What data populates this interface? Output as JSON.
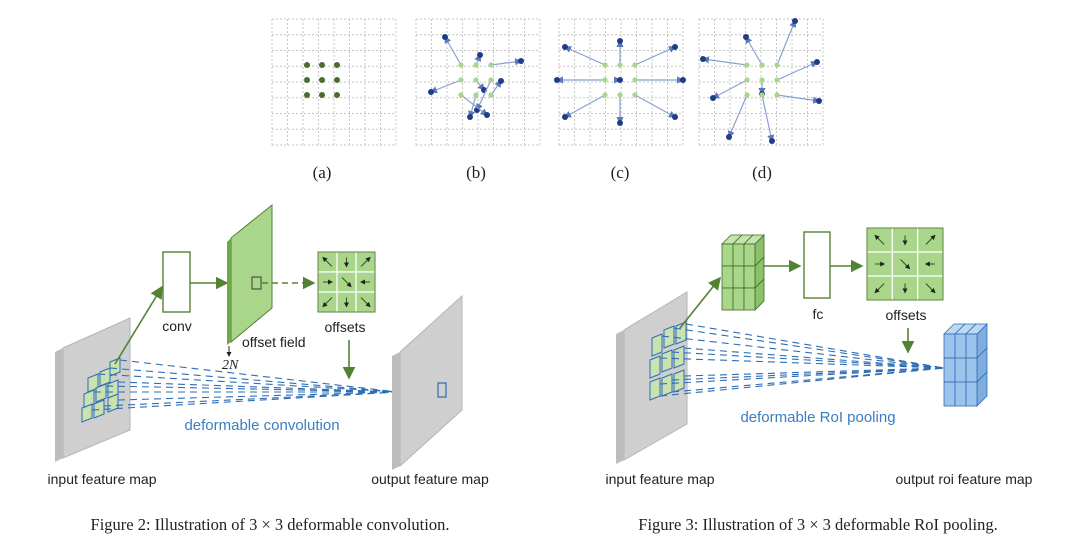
{
  "top_panels": {
    "labels": [
      "(a)",
      "(b)",
      "(c)",
      "(d)"
    ]
  },
  "figure2": {
    "conv_label": "conv",
    "offset_field_label": "offset field",
    "two_n_label": "2N",
    "offsets_label": "offsets",
    "op_label": "deformable convolution",
    "input_label": "input feature map",
    "output_label": "output feature map",
    "caption": "Figure 2: Illustration of 3 × 3 deformable convolution."
  },
  "figure3": {
    "fc_label": "fc",
    "offsets_label": "offsets",
    "op_label": "deformable RoI pooling",
    "input_label": "input feature map",
    "output_label": "output roi feature map",
    "caption": "Figure 3: Illustration of 3 × 3 deformable RoI pooling."
  },
  "colors": {
    "green_fill": "#a9d68b",
    "green_stroke": "#548235",
    "blue": "#2e6db4",
    "blue_text": "#3a7dc2",
    "gray_plane": "#cfcfcf",
    "dot_dark_green": "#4e6b2e",
    "dot_navy": "#1f3c88",
    "dot_light_green": "#a9d68b"
  }
}
